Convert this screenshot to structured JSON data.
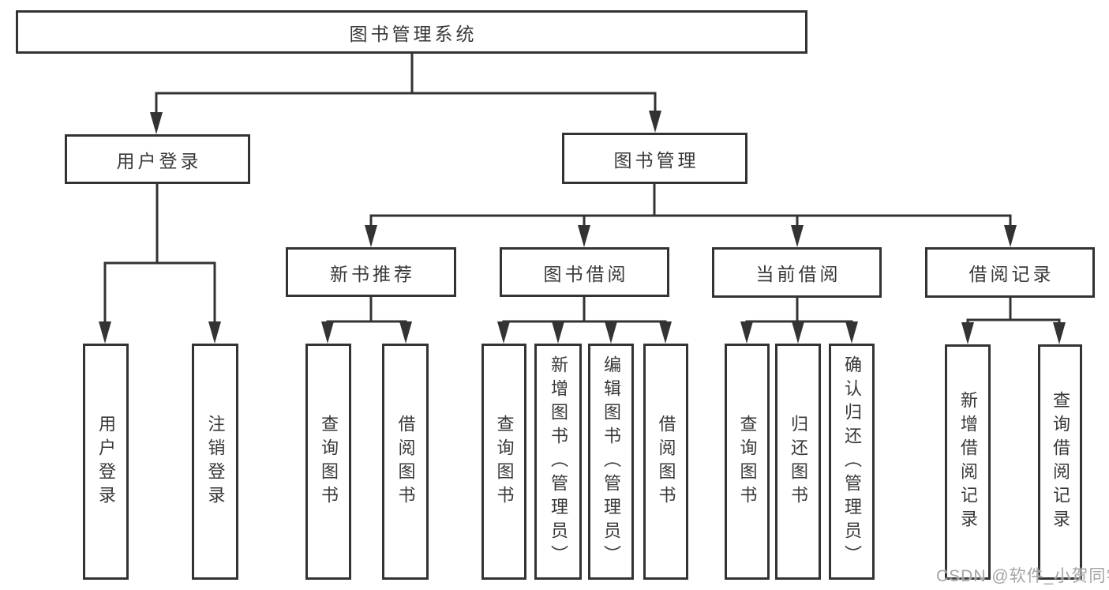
{
  "diagram": {
    "root": {
      "label": "图书管理系统"
    },
    "level2": {
      "user_login": {
        "label": "用户登录"
      },
      "book_mgmt": {
        "label": "图书管理"
      }
    },
    "level3": {
      "new_book_rec": {
        "label": "新书推荐"
      },
      "book_borrow": {
        "label": "图书借阅"
      },
      "current_borrow": {
        "label": "当前借阅"
      },
      "borrow_records": {
        "label": "借阅记录"
      }
    },
    "leaves": {
      "user_login": {
        "label": "用户登录"
      },
      "logout": {
        "label": "注销登录"
      },
      "rec_query_books": {
        "label": "查询图书"
      },
      "rec_borrow_books": {
        "label": "借阅图书"
      },
      "borrow_query_books": {
        "label": "查询图书"
      },
      "borrow_add_books": {
        "label": "新增图书（管理员）"
      },
      "borrow_edit_books": {
        "label": "编辑图书（管理员）"
      },
      "borrow_borrow_books": {
        "label": "借阅图书"
      },
      "current_query_books": {
        "label": "查询图书"
      },
      "current_return_books": {
        "label": "归还图书"
      },
      "current_confirm_return": {
        "label": "确认归还（管理员）"
      },
      "records_add_record": {
        "label": "新增借阅记录"
      },
      "records_query_record": {
        "label": "查询借阅记录"
      }
    },
    "line_color": "#333333"
  },
  "watermark": {
    "text": "CSDN @软件_小贺同学"
  }
}
